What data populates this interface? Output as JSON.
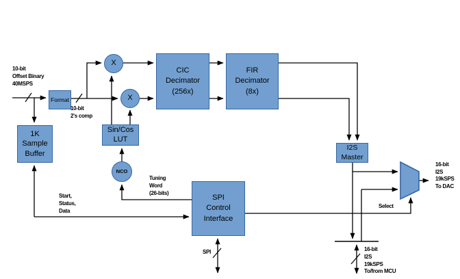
{
  "diagram": {
    "type": "sdr-digital-downconverter-block-diagram",
    "colors": {
      "block_fill": "#729FCF",
      "block_border": "#3465A4",
      "wire": "#000000",
      "background": "#FFFFFF"
    },
    "blocks": {
      "format": {
        "label": "Format"
      },
      "sample_buffer": {
        "label": "1K\nSample\nBuffer"
      },
      "multiplier_i": {
        "label": "X"
      },
      "multiplier_q": {
        "label": "X"
      },
      "cic": {
        "label": "CIC\nDecimator\n(256x)"
      },
      "fir": {
        "label": "FIR\nDecimator\n(8x)"
      },
      "sincos_lut": {
        "label": "Sin/Cos\nLUT"
      },
      "nco": {
        "label": "NCO"
      },
      "spi": {
        "label": "SPI\nControl\nInterface"
      },
      "i2s_master": {
        "label": "I2S\nMaster"
      },
      "mux": {
        "label": "output-mux"
      }
    },
    "labels": {
      "adc_input": "10-bit\nOffset Binary\n40MSPS",
      "format_output": "10-bit\n2's comp",
      "tuning_word": "Tuning\nWord\n(26-bits)",
      "buffer_control": "Start,\nStatus,\nData",
      "spi_bus": "SPI",
      "select": "Select",
      "dac_output": "16-bit\nI2S\n19kSPS\nTo DAC",
      "mcu_io": "16-bit\nI2S\n19kSPS\nTo/from MCU"
    }
  }
}
